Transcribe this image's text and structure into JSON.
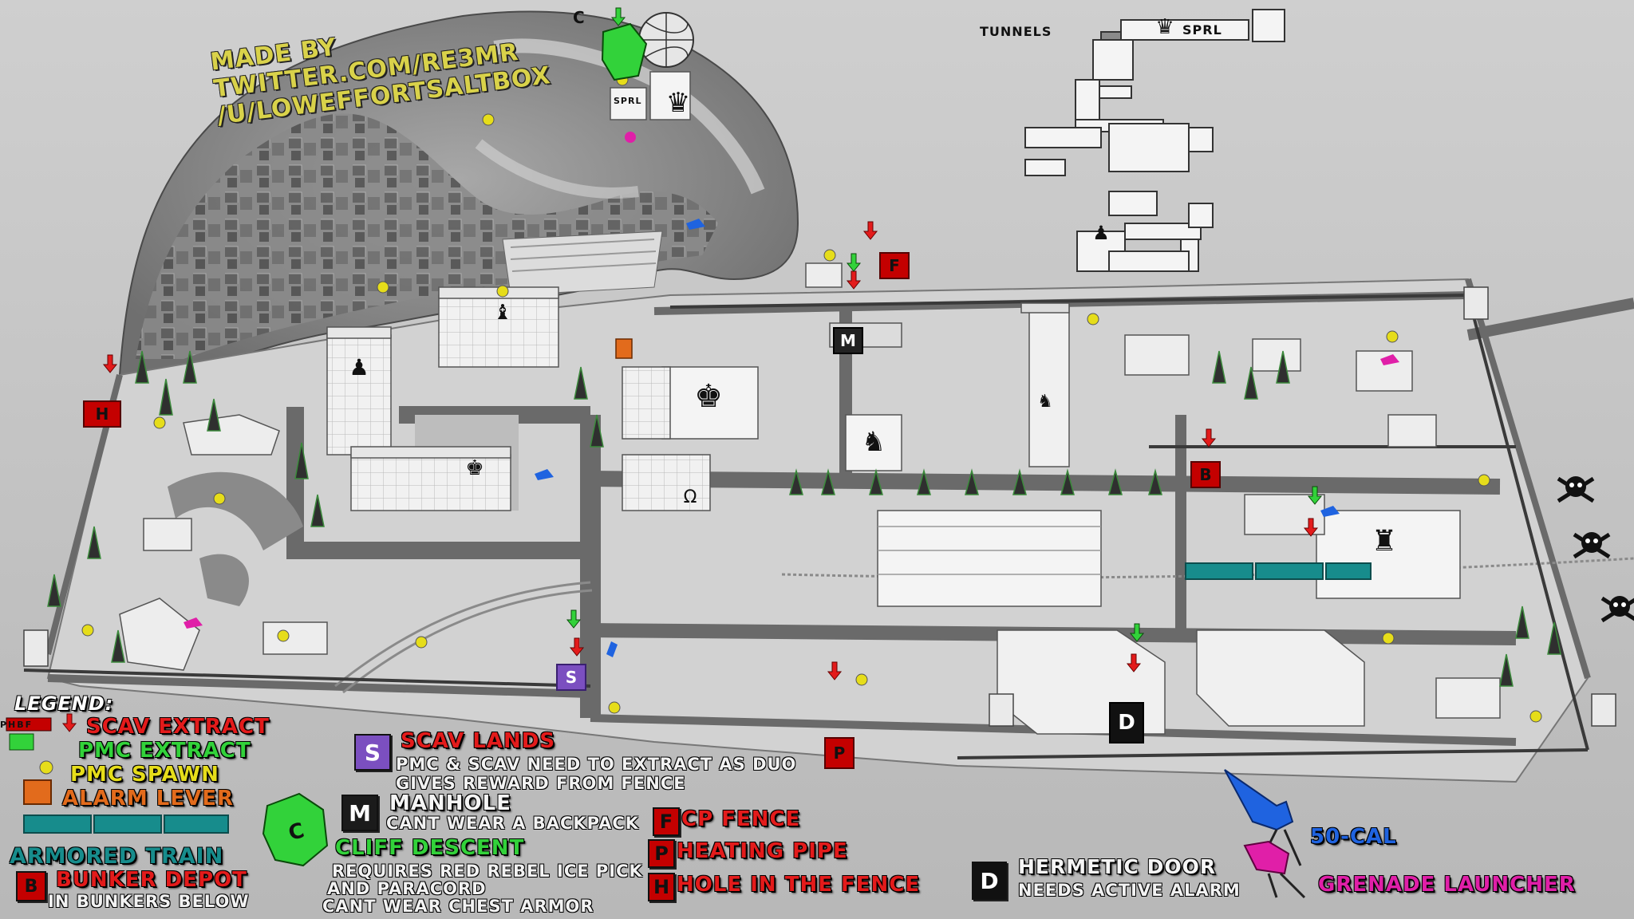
{
  "credit": {
    "line1": "MADE BY",
    "line2": "TWITTER.COM/RE3MR",
    "line3": "/U/LOWEFFORTSALTBOX"
  },
  "tunnels_label": "TUNNELS",
  "sprl_label": "SPRL",
  "map_markers": {
    "c": "C",
    "h": "H",
    "f": "F",
    "m": "M",
    "b": "B",
    "s": "S",
    "p": "P",
    "d": "D",
    "sprl_small": "SPRL"
  },
  "legend": {
    "title": "LEGEND:",
    "mini_icons": "PHBF",
    "scav_extract": "SCAV EXTRACT",
    "pmc_extract": "PMC EXTRACT",
    "pmc_spawn": "PMC SPAWN",
    "alarm_lever": "ALARM LEVER",
    "armored_train": "ARMORED TRAIN",
    "bunker_depot": "BUNKER DEPOT",
    "bunker_depot_sub": "IN BUNKERS BELOW",
    "bunker_letter": "B",
    "scav_lands_letter": "S",
    "scav_lands": "SCAV LANDS",
    "scav_lands_sub1": "PMC & SCAV NEED TO EXTRACT AS DUO",
    "scav_lands_sub2": "GIVES REWARD FROM FENCE",
    "manhole_letter": "M",
    "manhole": "MANHOLE",
    "manhole_sub": "CANT WEAR A BACKPACK",
    "cliff_letter": "C",
    "cliff_descent": "CLIFF DESCENT",
    "cliff_sub1": "REQUIRES RED REBEL ICE PICK",
    "cliff_sub2": "AND PARACORD",
    "cliff_sub3": "CANT WEAR CHEST ARMOR",
    "f_letter": "F",
    "cp_fence": "CP FENCE",
    "p_letter": "P",
    "heating_pipe": "HEATING PIPE",
    "h_letter": "H",
    "hole_fence": "HOLE IN THE FENCE",
    "d_letter": "D",
    "hermetic_door": "HERMETIC DOOR",
    "hermetic_sub": "NEEDS ACTIVE ALARM",
    "fifty_cal": "50-CAL",
    "grenade_launcher": "GRENADE LAUNCHER"
  },
  "colors": {
    "scav_red": "#e31b1b",
    "pmc_green": "#32d23a",
    "spawn_yellow": "#e6dd1a",
    "alarm_orange": "#e26b1c",
    "train_teal": "#178c8c",
    "scav_lands_purple": "#7b4fc0",
    "fifty_cal_blue": "#1f63e0",
    "grenade_magenta": "#e01fa8",
    "credit_yellow": "#d9d24a"
  }
}
